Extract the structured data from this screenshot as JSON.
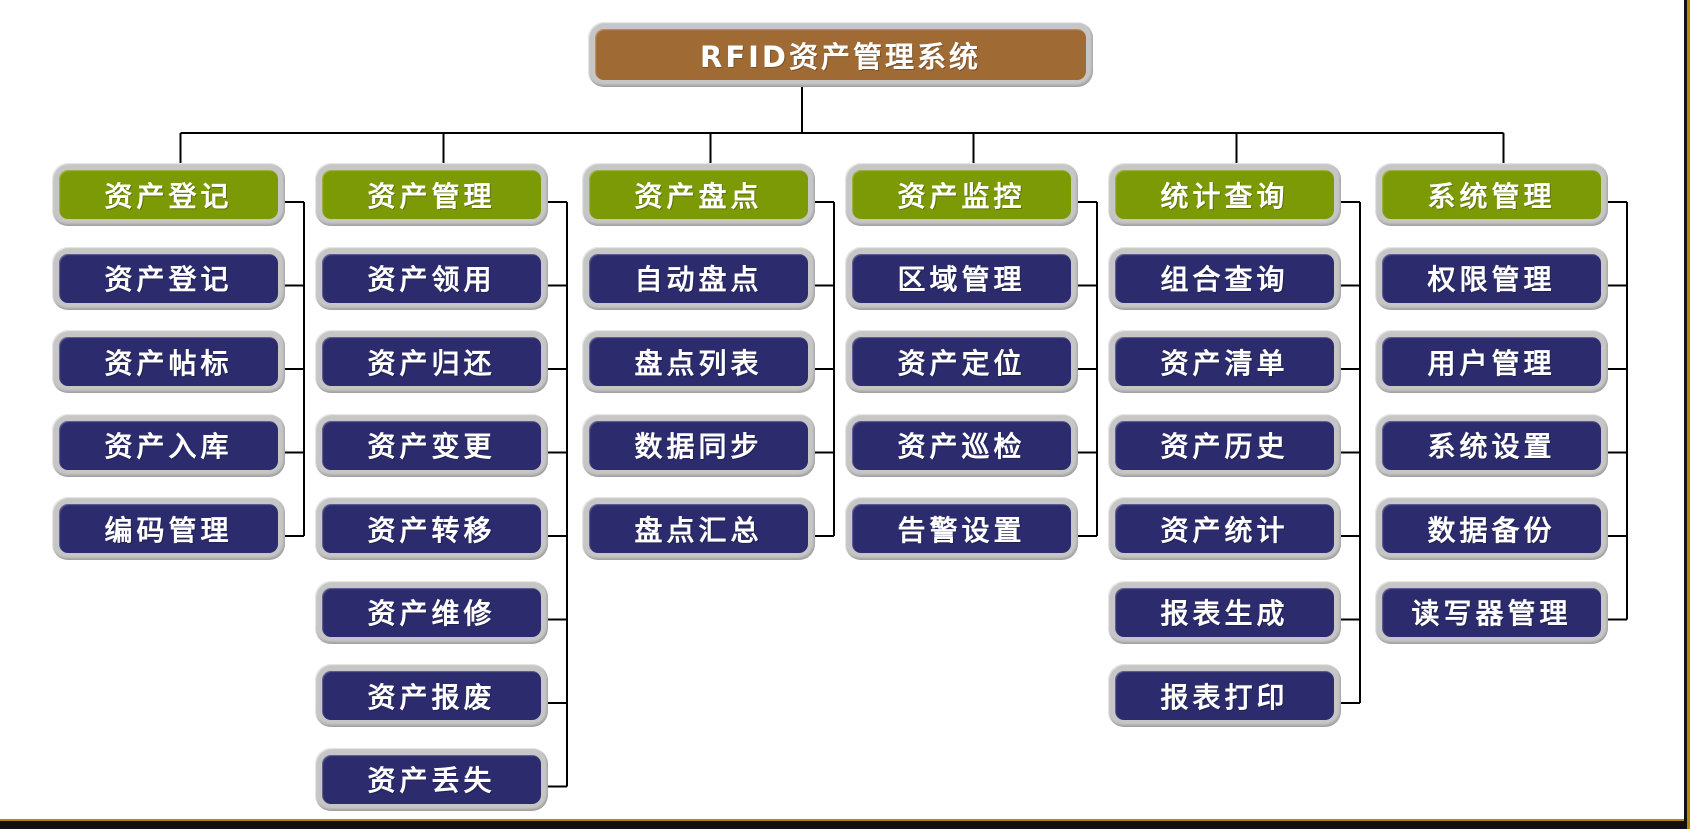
{
  "diagram": {
    "title": "RFID资产管理系统",
    "columns": [
      {
        "header": "资产登记",
        "children": [
          "资产登记",
          "资产帖标",
          "资产入库",
          "编码管理"
        ]
      },
      {
        "header": "资产管理",
        "children": [
          "资产领用",
          "资产归还",
          "资产变更",
          "资产转移",
          "资产维修",
          "资产报废",
          "资产丢失"
        ]
      },
      {
        "header": "资产盘点",
        "children": [
          "自动盘点",
          "盘点列表",
          "数据同步",
          "盘点汇总"
        ]
      },
      {
        "header": "资产监控",
        "children": [
          "区域管理",
          "资产定位",
          "资产巡检",
          "告警设置"
        ]
      },
      {
        "header": "统计查询",
        "children": [
          "组合查询",
          "资产清单",
          "资产历史",
          "资产统计",
          "报表生成",
          "报表打印"
        ]
      },
      {
        "header": "系统管理",
        "children": [
          "权限管理",
          "用户管理",
          "系统设置",
          "数据备份",
          "读写器管理"
        ]
      }
    ],
    "colors": {
      "root_fill": "#A06A35",
      "header_fill": "#7C9A05",
      "child_fill": "#2B2B6E",
      "capsule_gray": "#C6C6C6",
      "connector_line": "#000000",
      "text": "#FFFFFF",
      "frame_gold": "#B8860B",
      "frame_black": "#111111"
    }
  }
}
